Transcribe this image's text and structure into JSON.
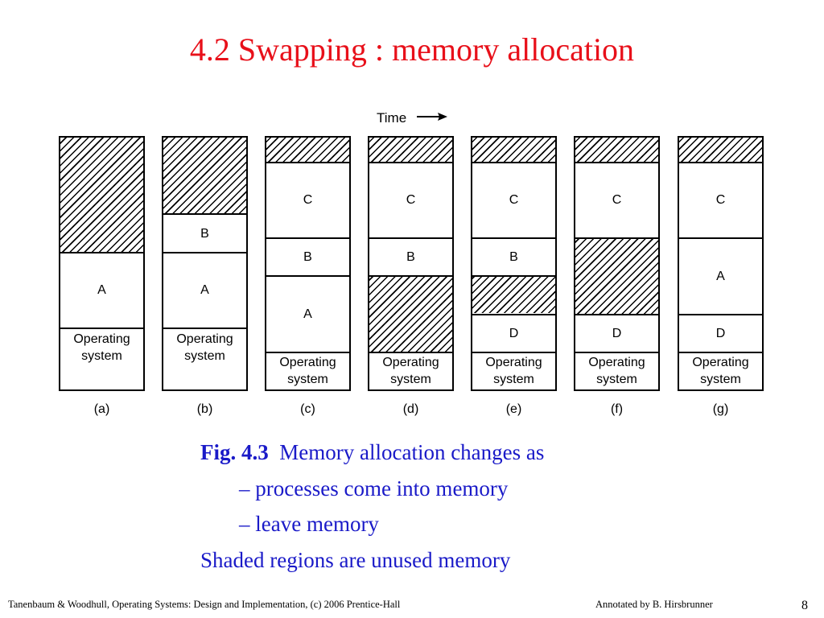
{
  "title": "4.2  Swapping : memory allocation",
  "diagram": {
    "time_label": "Time",
    "columns": [
      {
        "label": "(a)",
        "segments": [
          {
            "text": "",
            "hatched": true,
            "units": 6
          },
          {
            "text": "A",
            "hatched": false,
            "units": 4
          },
          {
            "text": "Operating system",
            "hatched": false,
            "units": 2
          }
        ]
      },
      {
        "label": "(b)",
        "segments": [
          {
            "text": "",
            "hatched": true,
            "units": 4
          },
          {
            "text": "B",
            "hatched": false,
            "units": 2
          },
          {
            "text": "A",
            "hatched": false,
            "units": 4
          },
          {
            "text": "Operating system",
            "hatched": false,
            "units": 2
          }
        ]
      },
      {
        "label": "(c)",
        "segments": [
          {
            "text": "",
            "hatched": true,
            "units": 1.25
          },
          {
            "text": "C",
            "hatched": false,
            "units": 4
          },
          {
            "text": "B",
            "hatched": false,
            "units": 2
          },
          {
            "text": "A",
            "hatched": false,
            "units": 4
          },
          {
            "text": "Operating system",
            "hatched": false,
            "units": 2
          }
        ]
      },
      {
        "label": "(d)",
        "segments": [
          {
            "text": "",
            "hatched": true,
            "units": 1.25
          },
          {
            "text": "C",
            "hatched": false,
            "units": 4
          },
          {
            "text": "B",
            "hatched": false,
            "units": 2
          },
          {
            "text": "",
            "hatched": true,
            "units": 4
          },
          {
            "text": "Operating system",
            "hatched": false,
            "units": 2
          }
        ]
      },
      {
        "label": "(e)",
        "segments": [
          {
            "text": "",
            "hatched": true,
            "units": 1.25
          },
          {
            "text": "C",
            "hatched": false,
            "units": 4
          },
          {
            "text": "B",
            "hatched": false,
            "units": 2
          },
          {
            "text": "",
            "hatched": true,
            "units": 2
          },
          {
            "text": "D",
            "hatched": false,
            "units": 2
          },
          {
            "text": "Operating system",
            "hatched": false,
            "units": 2
          }
        ]
      },
      {
        "label": "(f)",
        "segments": [
          {
            "text": "",
            "hatched": true,
            "units": 1.25
          },
          {
            "text": "C",
            "hatched": false,
            "units": 4
          },
          {
            "text": "",
            "hatched": true,
            "units": 4
          },
          {
            "text": "D",
            "hatched": false,
            "units": 2
          },
          {
            "text": "Operating system",
            "hatched": false,
            "units": 2
          }
        ]
      },
      {
        "label": "(g)",
        "segments": [
          {
            "text": "",
            "hatched": true,
            "units": 1.25
          },
          {
            "text": "C",
            "hatched": false,
            "units": 4
          },
          {
            "text": "A",
            "hatched": false,
            "units": 4
          },
          {
            "text": "D",
            "hatched": false,
            "units": 2
          },
          {
            "text": "Operating system",
            "hatched": false,
            "units": 2
          }
        ]
      }
    ]
  },
  "caption": {
    "fig_label": "Fig. 4.3",
    "line1": "Memory allocation changes as",
    "bullet1": "–  processes come into memory",
    "bullet2": "–  leave memory",
    "line4": "Shaded regions are unused memory"
  },
  "footer": {
    "left": "Tanenbaum & Woodhull, Operating Systems: Design and Implementation, (c) 2006 Prentice-Hall",
    "right": "Annotated by B. Hirsbrunner",
    "page": "8"
  }
}
